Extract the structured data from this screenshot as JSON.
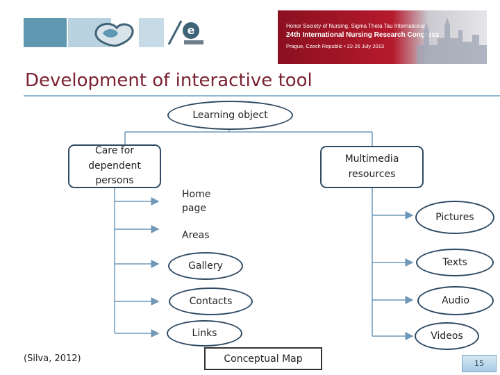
{
  "header": {
    "banner_lines": [
      "Honor Society of Nursing, Sigma Theta Tau International",
      "24th International Nursing Research Congress",
      "Prague, Czech Republic • 22-26 July 2013"
    ]
  },
  "title": "Development of  interactive tool",
  "nodes": {
    "learning_object": "Learning object",
    "care": "Care for dependent persons",
    "multimedia": "Multimedia resources",
    "home": "Home page",
    "areas": "Areas",
    "gallery": "Gallery",
    "contacts": "Contacts",
    "links": "Links",
    "pictures": "Pictures",
    "texts": "Texts",
    "audio": "Audio",
    "videos": "Videos"
  },
  "citation": "(Silva, 2012)",
  "caption": "Conceptual Map",
  "page_number": "15",
  "colors": {
    "title": "#7a2230",
    "node_border": "#2e4a63",
    "rule": "#8fb8cf",
    "banner": "#b51a2c"
  }
}
